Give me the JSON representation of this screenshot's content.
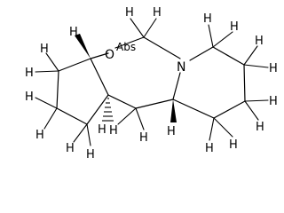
{
  "atoms": {
    "oxygen": "O",
    "nitrogen": "N",
    "hydrogen": "H"
  },
  "stereo_label": "Abs"
}
